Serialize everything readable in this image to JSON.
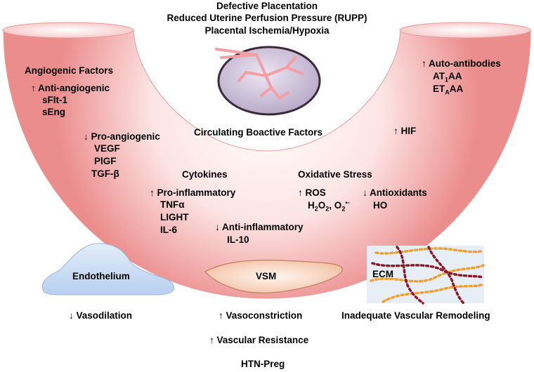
{
  "header": {
    "line1": "Defective Placentation",
    "line2": "Reduced Uterine Perfusion Pressure (RUPP)",
    "line3": "Placental Ischemia/Hypoxia"
  },
  "center_label": "Circulating Boactive Factors",
  "angiogenic": {
    "title": "Angiogenic Factors",
    "anti_label": "↑ Anti-angiogenic",
    "anti_items": [
      "sFlt-1",
      "sEng"
    ],
    "pro_label": "↓ Pro-angiogenic",
    "pro_items": [
      "VEGF",
      "PlGF",
      "TGF-β"
    ]
  },
  "autoantibodies": {
    "label": "↑ Auto-antibodies",
    "item1_base": "AT",
    "item1_sub": "1",
    "item1_tail": "AA",
    "item2_base": "ET",
    "item2_sub": "A",
    "item2_tail": "AA"
  },
  "hif": "↑ HIF",
  "cytokines": {
    "title": "Cytokines",
    "pro_label": "↑ Pro-inflammatory",
    "pro_items": [
      "TNFα",
      "LIGHT",
      "IL-6"
    ],
    "anti_label": "↓ Anti-inflammatory",
    "anti_items": [
      "IL-10"
    ]
  },
  "oxidative": {
    "title": "Oxidative Stress",
    "ros_label": "↑ ROS",
    "h2o2_base": "H",
    "h2o2_sub1": "2",
    "h2o2_mid": "O",
    "h2o2_sub2": "2",
    "o2_text": ", O",
    "o2_sub": "2",
    "o2_sup": "•-",
    "antiox_label": "↓ Antioxidants",
    "antiox_item": "HO"
  },
  "cells": {
    "endothelium": "Endothelium",
    "vsm": "VSM",
    "ecm": "ECM"
  },
  "outcomes": {
    "vasodilation": "↓ Vasodilation",
    "vasoconstriction": "↑ Vasoconstriction",
    "remodeling": "Inadequate Vascular Remodeling",
    "resistance": "↑ Vascular Resistance",
    "final": "HTN-Preg"
  },
  "colors": {
    "bowl_edge": "#ec8d8d",
    "bowl_center": "#ffffff",
    "placenta_fill": "#c9bcd4",
    "vessel": "#f2a0a4",
    "endothelium_fill": "#cfe0f5",
    "vsm_fill": "#f6c9b3",
    "ecm_bg": "#e8eef6",
    "ecm_fiber_dark": "#8b1a2c",
    "ecm_fiber_orange": "#f0a030"
  }
}
